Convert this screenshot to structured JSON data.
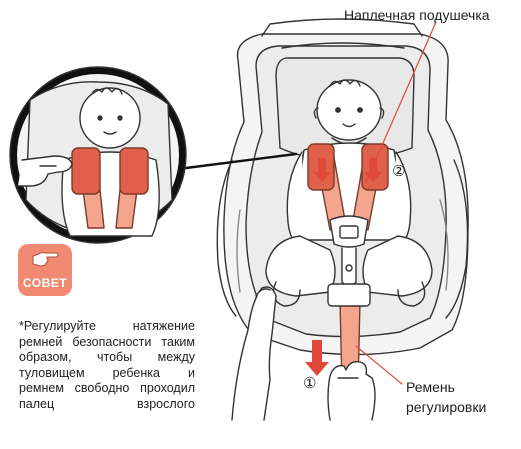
{
  "callouts": {
    "shoulder_pad": "Наплечная подушечка",
    "adjust_strap": "Ремень регулировки"
  },
  "tip": {
    "label": "СОВЕТ",
    "icon": "pointing-hand-icon",
    "note": "*Регулируйте натяжение ремней безопасности таким образом, чтобы между туловищем ребенка и ремнем свободно проходил палец взрослого"
  },
  "steps": {
    "step_1": "①",
    "step_2": "②"
  },
  "colors": {
    "strap": "#f3a58e",
    "strap_dark": "#e0604a",
    "arrow": "#e0483a",
    "tip_badge": "#f08a72",
    "line": "#222222"
  }
}
